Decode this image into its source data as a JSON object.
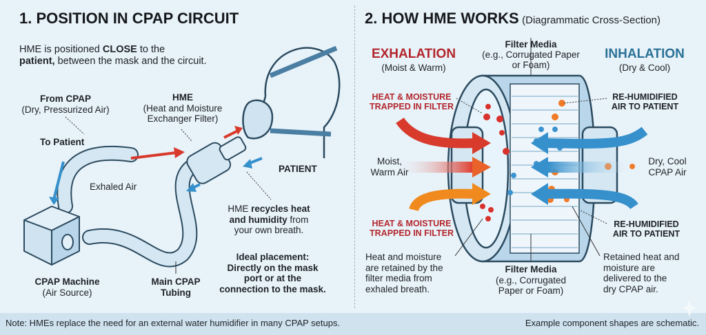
{
  "left": {
    "title": "1. POSITION IN CPAP CIRCUIT",
    "intro": {
      "p1": "HME is positioned ",
      "p2": "CLOSE",
      "p3": " to the",
      "p4": "patient,",
      "p5": " between the mask and the circuit."
    },
    "from_cpap": {
      "title": "From CPAP",
      "sub": "(Dry, Pressurized Air)"
    },
    "hme": {
      "title": "HME",
      "sub1": "(Heat and Moisture",
      "sub2": "Exchanger Filter)"
    },
    "to_patient": "To Patient",
    "exhaled_air": "Exhaled Air",
    "patient": "PATIENT",
    "recycles": {
      "l1a": "HME ",
      "l1b": "recycles heat",
      "l2a": "and humidity",
      "l2b": " from",
      "l3": "your own breath."
    },
    "ideal": {
      "l1": "Ideal placement:",
      "l2": "Directly on the mask",
      "l3": "port or at the",
      "l4": "connection to the mask."
    },
    "cpap_machine": {
      "title": "CPAP Machine",
      "sub": "(Air Source)"
    },
    "tubing": {
      "l1": "Main CPAP",
      "l2": "Tubing"
    }
  },
  "right": {
    "title": "2. HOW HME WORKS",
    "subtitle": "(Diagrammatic Cross-Section)",
    "exhalation": {
      "title": "EXHALATION",
      "sub": "(Moist & Warm)"
    },
    "filter_top": {
      "title": "Filter Media",
      "sub1": "(e.g., Corrugated Paper",
      "sub2": "or Foam)"
    },
    "inhalation": {
      "title": "INHALATION",
      "sub": "(Dry & Cool)"
    },
    "trapped_top": {
      "l1": "HEAT & MOISTURE",
      "l2": "TRAPPED IN FILTER"
    },
    "trapped_bottom": {
      "l1": "HEAT & MOISTURE",
      "l2": "TRAPPED IN FILTER"
    },
    "rehum_top": {
      "l1": "RE-HUMIDIFIED",
      "l2": "AIR TO PATIENT"
    },
    "rehum_bottom": {
      "l1": "RE-HUMIDIFIED",
      "l2": "AIR TO PATIENT"
    },
    "moist_air": {
      "l1": "Moist,",
      "l2": "Warm Air"
    },
    "dry_air": {
      "l1": "Dry, Cool",
      "l2": "CPAP Air"
    },
    "retained_left": {
      "l1": "Heat and moisture",
      "l2": "are retained by the",
      "l3": "filter media from",
      "l4": "exhaled breath."
    },
    "filter_bottom": {
      "title": "Filter Media",
      "sub1": "(e.g., Corrugated",
      "sub2": "Paper or Foam)"
    },
    "retained_right": {
      "l1": "Retained heat and",
      "l2": "moisture are",
      "l3": "delivered to the",
      "l4": "dry CPAP air."
    }
  },
  "footer": {
    "note": "Note: HMEs replace the need for an external water humidifier in many CPAP setups.",
    "schematic": "Example component shapes are schematic."
  },
  "colors": {
    "background": "#e8f2f9",
    "exhale_red": "#b3262c",
    "inhale_blue": "#2a7196",
    "footer": "#cfe2ee"
  }
}
